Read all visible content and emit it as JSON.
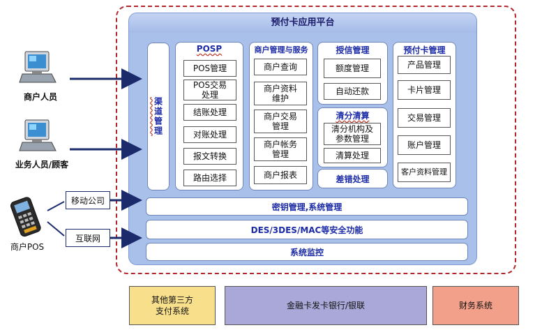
{
  "platform": {
    "title": "预付卡应用平台"
  },
  "channel": {
    "label": "渠道管理"
  },
  "posp": {
    "title": "POSP",
    "items": [
      "POS管理",
      "POS交易\n处理",
      "结账处理",
      "对账处理",
      "报文转换",
      "路由选择"
    ]
  },
  "merchant": {
    "title": "商户管理与服务",
    "items": [
      "商户查询",
      "商户资料\n维护",
      "商户交易\n管理",
      "商户帐务\n管理",
      "商户报表"
    ]
  },
  "credit": {
    "title": "授信管理",
    "items": [
      "额度管理",
      "自动还款"
    ]
  },
  "clearing": {
    "title": "清分清算",
    "items": [
      "清分机构及\n参数管理",
      "清算处理"
    ]
  },
  "error": {
    "title": "差错处理"
  },
  "prepaid": {
    "title": "预付卡管理",
    "items": [
      "产品管理",
      "卡片管理",
      "交易管理",
      "账户管理",
      "客户资料管理"
    ]
  },
  "bars": {
    "key": "密钥管理,系统管理",
    "security": "DES/3DES/MAC等安全功能",
    "monitor": "系统监控"
  },
  "left": {
    "merchant_user": "商户人员",
    "staff_user": "业务人员/顾客",
    "mobile": "移动公司",
    "internet": "互联网",
    "pos": "商户POS"
  },
  "bottom": {
    "third_party": "其他第三方\n支付系统",
    "bank": "金融卡发卡银行/银联",
    "finance": "财务系统"
  },
  "colors": {
    "platform_bg": "#a8c0ea",
    "frame_red": "#b1272b",
    "arrow": "#1a2a6a",
    "third_party_bg": "#f7df8b",
    "bank_bg": "#a9a8d8",
    "finance_bg": "#f3a08a"
  }
}
